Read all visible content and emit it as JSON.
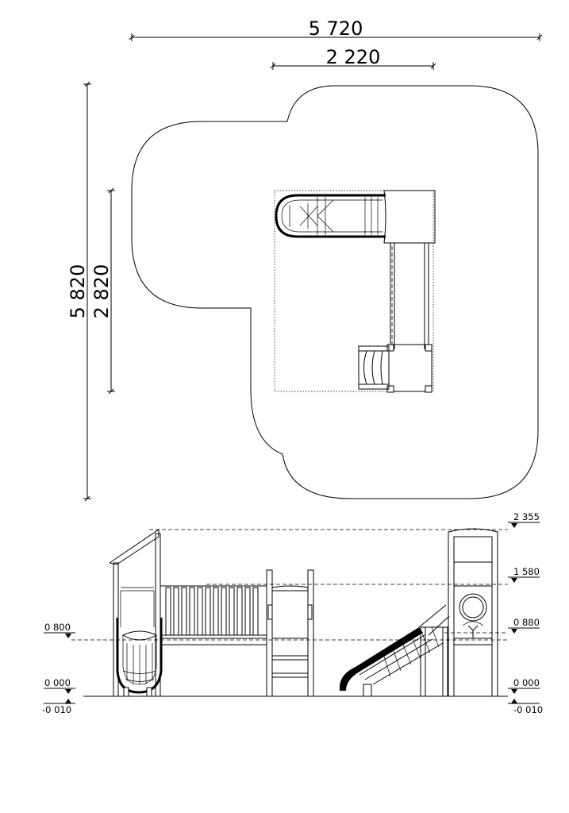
{
  "plan_view": {
    "overall_width": "5 720",
    "slide_width": "2 220",
    "overall_depth": "5 820",
    "equipment_depth": "2 820"
  },
  "side_view": {
    "levels_right": [
      "2 355",
      "1 580",
      "0 880",
      "0 000",
      "-0 010"
    ],
    "levels_left": [
      "0 800",
      "0 000",
      "-0 010"
    ]
  },
  "colors": {
    "line": "#000000",
    "background": "#ffffff"
  }
}
